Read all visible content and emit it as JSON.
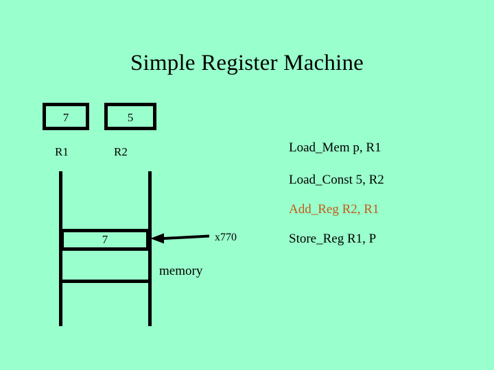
{
  "slide": {
    "title": "Simple Register Machine",
    "background_color": "#99ffcc",
    "text_color": "#000000",
    "highlight_color": "#c65a17"
  },
  "registers": [
    {
      "name": "R1",
      "value": "7"
    },
    {
      "name": "R2",
      "value": "5"
    }
  ],
  "memory": {
    "caption": "memory",
    "cell_value": "7",
    "address_label": "x770",
    "arrow_icon": "left-arrow-icon"
  },
  "instructions": [
    {
      "text": "Load_Mem p, R1",
      "color": "#000000",
      "highlighted": false
    },
    {
      "text": "Load_Const 5, R2",
      "color": "#000000",
      "highlighted": false
    },
    {
      "text": "Add_Reg R2, R1",
      "color": "#c65a17",
      "highlighted": true
    },
    {
      "text": "Store_Reg R1, P",
      "color": "#000000",
      "highlighted": false
    }
  ]
}
